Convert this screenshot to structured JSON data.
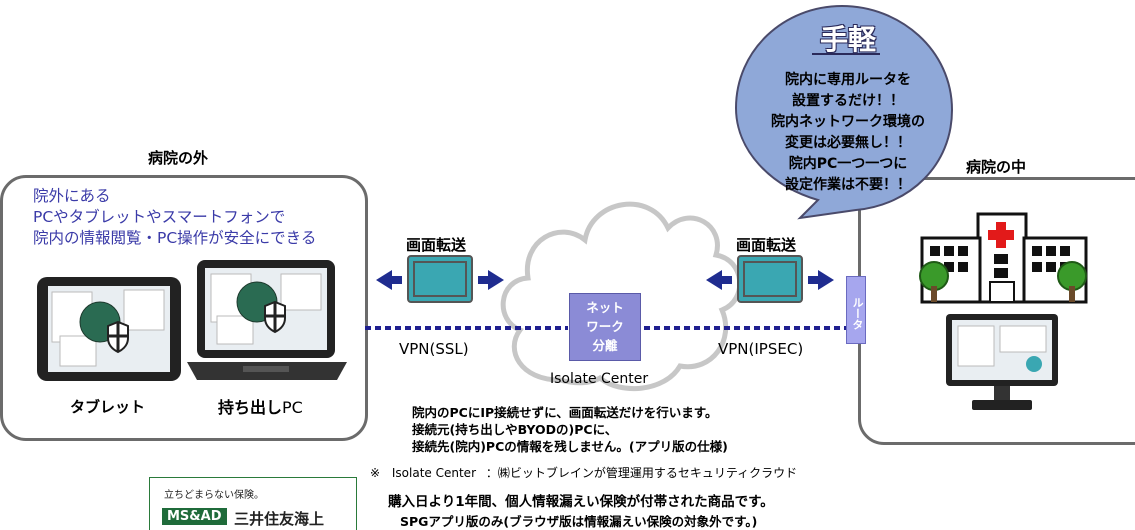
{
  "outside": {
    "heading": "病院の外",
    "desc_lines": [
      "院外にある",
      "PCやタブレットやスマートフォンで",
      "院内の情報閲覧・PC操作が安全にできる"
    ],
    "tablet_label": "タブレット",
    "laptop_label_bold": "持ち出し",
    "laptop_label_rest": "PC"
  },
  "inside": {
    "heading": "病院の中",
    "router_label": "ルータ"
  },
  "bubble": {
    "title": "手軽",
    "lines": [
      "院内に専用ルータを",
      "設置するだけ！！",
      "院内ネットワーク環境の",
      "変更は必要無し！！",
      "院内PC一つ一つに",
      "設定作業は不要！！"
    ]
  },
  "transfer_left": "画面転送",
  "transfer_right": "画面転送",
  "vpn_ssl": "VPN(SSL)",
  "vpn_ipsec": "VPN(IPSEC)",
  "network_box": [
    "ネット",
    "ワーク",
    "分離"
  ],
  "cloud_label": "Isolate Center",
  "notes": [
    "院内のPCにIP接続せずに、画面転送だけを行います。",
    "接続元(持ち出しやBYODの)PCに、",
    "接続先(院内)PCの情報を残しません。(アプリ版の仕様)"
  ],
  "footnote_prefix": "※",
  "footnote_name": "Isolate Center",
  "footnote_text": "：㈱ビットブレインが管理運用するセキュリティクラウド",
  "insurance": {
    "main": "購入日より1年間、個人情報漏えい保険が付帯された商品です。",
    "sub": "SPGアプリ版のみ(ブラウザ版は情報漏えい保険の対象外です。)"
  },
  "logo": {
    "tagline": "立ちどまらない保険。",
    "brand": "MS&AD",
    "company": "三井住友海上"
  },
  "colors": {
    "vpn_line": "#1f1f8f",
    "arrow": "#1f2c8f",
    "screen_fill": "#3aa7b2",
    "net_box": "#8b8bd6",
    "bubble": "#8fa8d8",
    "router": "#a6a6ee",
    "desc_text": "#3b3ba8"
  }
}
